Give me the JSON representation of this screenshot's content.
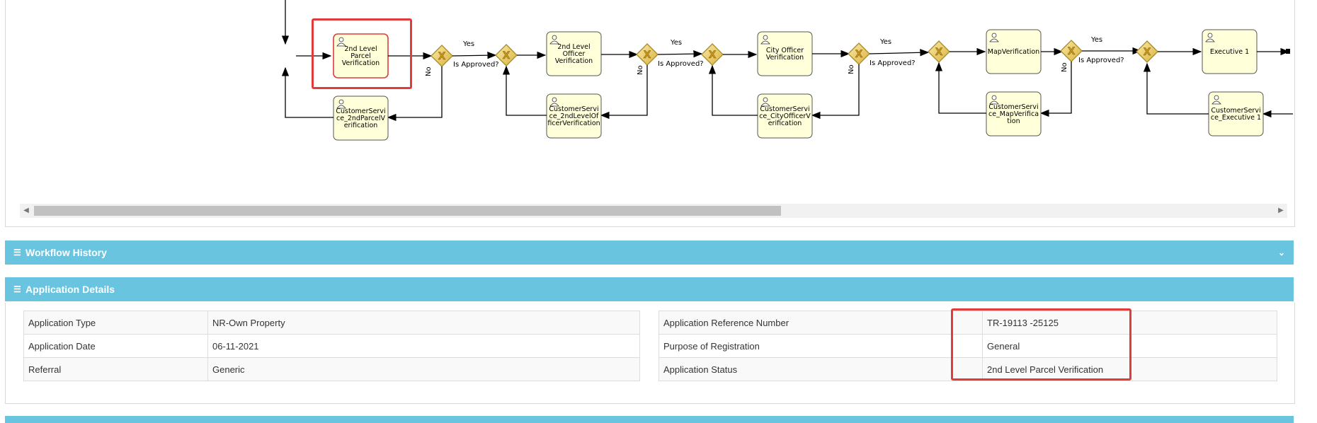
{
  "diagram": {
    "tasks": [
      {
        "label": "2nd Level Parcel Verification",
        "lines": [
          "2nd Level",
          "Parcel",
          "Verification"
        ]
      },
      {
        "label": "CustomerService_2ndParcelVerification",
        "lines": [
          "CustomerServi",
          "ce_2ndParcelV",
          "erification"
        ]
      },
      {
        "label": "2nd Level Officer Verification",
        "lines": [
          "2nd Level",
          "Officer",
          "Verification"
        ]
      },
      {
        "label": "CustomerService_2ndLevelOfficerVerification",
        "lines": [
          "CustomerServi",
          "ce_2ndLevelOf",
          "ficerVerification"
        ]
      },
      {
        "label": "City Officer Verification",
        "lines": [
          "City Officer",
          "Verification"
        ]
      },
      {
        "label": "CustomerService_CityOfficerVerification",
        "lines": [
          "CustomerServi",
          "ce_CityOfficerV",
          "erification"
        ]
      },
      {
        "label": "MapVerification",
        "lines": [
          "MapVerification"
        ]
      },
      {
        "label": "CustomerService_MapVerification",
        "lines": [
          "CustomerServi",
          "ce_MapVerifica",
          "tion"
        ]
      },
      {
        "label": "Executive 1",
        "lines": [
          "Executive 1"
        ]
      },
      {
        "label": "CustomerService_Executive 1",
        "lines": [
          "CustomerServi",
          "ce_Executive 1"
        ]
      }
    ],
    "yes_label": "Yes",
    "no_label": "No",
    "decision_label": "Is Approved?"
  },
  "workflow_history": {
    "title": "Workflow History"
  },
  "application_details": {
    "title": "Application Details",
    "left_rows": [
      {
        "label": "Application Type",
        "value": "NR-Own Property"
      },
      {
        "label": "Application Date",
        "value": "06-11-2021"
      },
      {
        "label": "Referral",
        "value": "Generic"
      }
    ],
    "right_rows": [
      {
        "label": "Application Reference Number",
        "value": "TR-19113 -25125"
      },
      {
        "label": "Purpose of Registration",
        "value": "General"
      },
      {
        "label": "Application Status",
        "value": "2nd Level Parcel Verification"
      }
    ]
  },
  "colors": {
    "accent": "#68c4df",
    "highlight": "#e03c3c",
    "task_fill": "#ffffd9",
    "gateway_fill": "#f2d66a"
  },
  "icons": [
    "list-icon",
    "chevron-down-icon",
    "user-icon",
    "exclusive-gateway-icon",
    "scroll-left-icon",
    "scroll-right-icon"
  ]
}
